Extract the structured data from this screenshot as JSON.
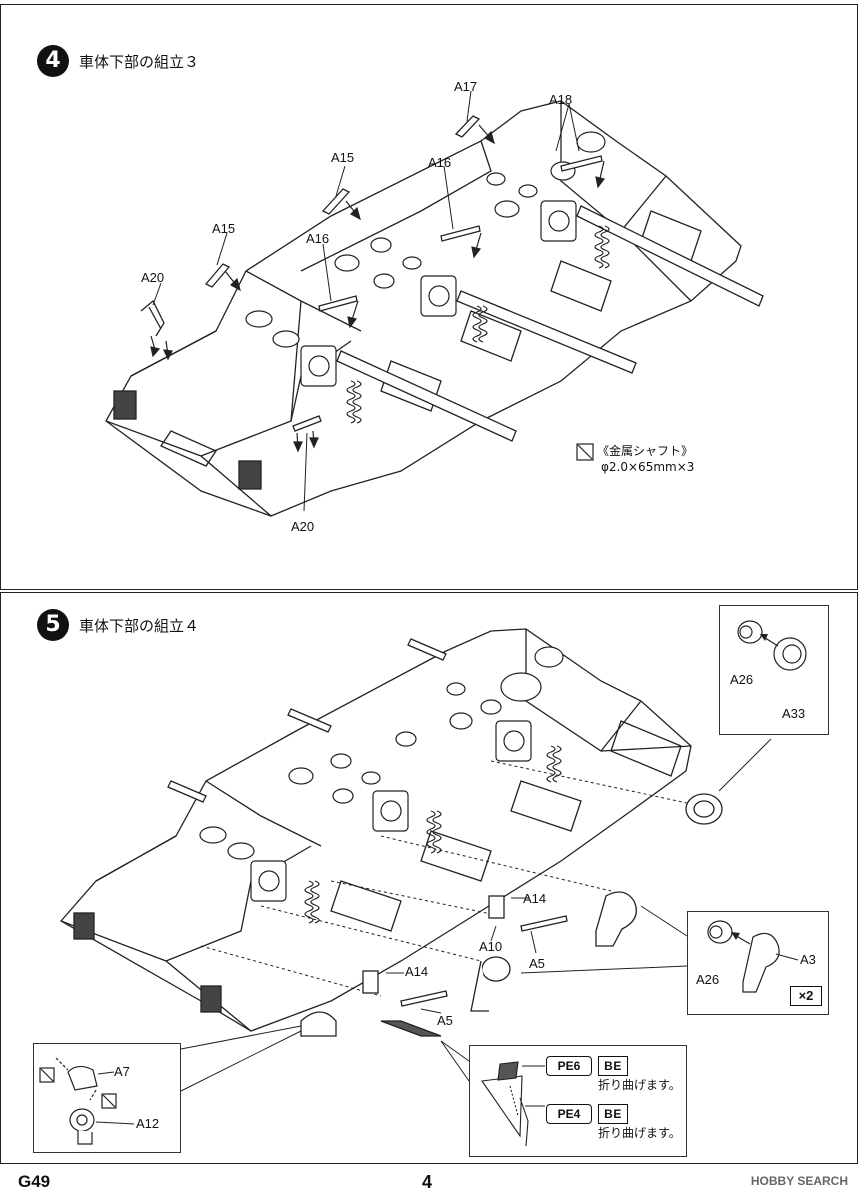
{
  "step4": {
    "number": "4",
    "title": "車体下部の組立３",
    "labels": {
      "a17": "A17",
      "a18": "A18",
      "a15_top": "A15",
      "a16_mid": "A16",
      "a15_left": "A15",
      "a16_left": "A16",
      "a20_left": "A20",
      "a20_bottom": "A20"
    },
    "shaft_note": {
      "title": "《金属シャフト》",
      "spec": "φ2.0×65mm×3"
    }
  },
  "step5": {
    "number": "5",
    "title": "車体下部の組立４",
    "labels": {
      "a14_right": "A14",
      "a10": "A10",
      "a5_right": "A5",
      "a14_left": "A14",
      "a5_bottom": "A5"
    },
    "detail_a26_a33": {
      "a26": "A26",
      "a33": "A33"
    },
    "detail_a26_a3": {
      "a26": "A26",
      "a3": "A3",
      "count": "×2"
    },
    "detail_a7_a12": {
      "a7": "A7",
      "a12": "A12"
    },
    "detail_pe": {
      "pe6": "PE6",
      "pe4": "PE4",
      "bend_mark_1": "BE",
      "bend_mark_2": "BE",
      "bend_text_1": "折り曲げます。",
      "bend_text_2": "折り曲げます。"
    }
  },
  "footer": {
    "code": "G49",
    "page": "4",
    "watermark": "HOBBY SEARCH"
  }
}
